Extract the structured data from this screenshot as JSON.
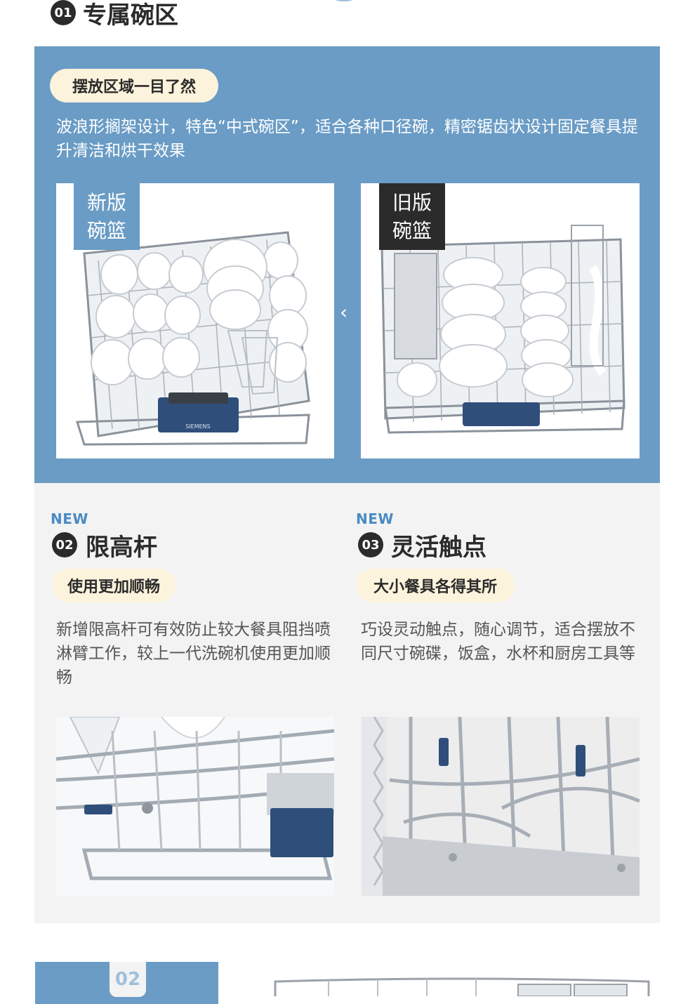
{
  "section1": {
    "number": "01",
    "title": "专属碗区",
    "pill": "摆放区域一目了然",
    "description": "波浪形搁架设计，特色“中式碗区”，适合各种口径碗，精密锯齿状设计固定餐具提升清洁和烘干效果",
    "new_basket": {
      "tag_line1": "新版",
      "tag_line2": "碗篮",
      "brand": "SIEMENS"
    },
    "old_basket": {
      "tag_line1": "旧版",
      "tag_line2": "碗篮"
    },
    "compare_arrow": "‹"
  },
  "section2": {
    "new_label": "NEW",
    "number": "02",
    "title": "限高杆",
    "pill": "使用更加顺畅",
    "description": "新增限高杆可有效防止较大餐具阻挡喷淋臂工作，较上一代洗碗机使用更加顺畅"
  },
  "section3": {
    "new_label": "NEW",
    "number": "03",
    "title": "灵活触点",
    "pill": "大小餐具各得其所",
    "description": "巧设灵动触点，随心调节，适合摆放不同尺寸碗碟，饭盒，水杯和厨房工具等"
  },
  "next_section": {
    "number": "02"
  },
  "colors": {
    "blue_panel": "#6a9cc5",
    "pill_bg": "#fcf3dc",
    "gray_panel": "#f3f3f3",
    "new_label": "#4a8bc3",
    "dark_tag": "#2b2b2b"
  }
}
